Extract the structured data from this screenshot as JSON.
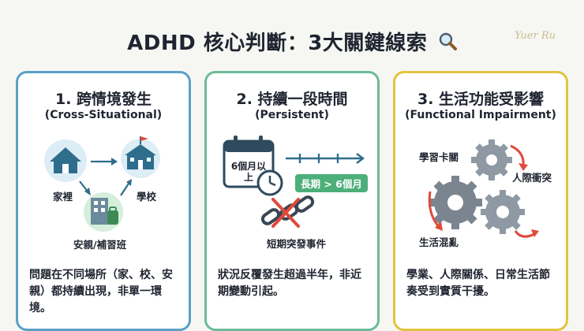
{
  "header": {
    "title": "ADHD 核心判斷：3大關鍵線索",
    "signature": "Yuer Ru"
  },
  "cards": [
    {
      "title": "1. 跨情境發生",
      "subtitle": "(Cross-Situational)",
      "labels": {
        "home": "家裡",
        "school": "學校",
        "cram": "安親/補習班"
      },
      "description": "問題在不同場所（家、校、安親）都持續出現，非單一環境。"
    },
    {
      "title": "2. 持續一段時間",
      "subtitle": "(Persistent)",
      "labels": {
        "calendar": "6個月以上",
        "long_term": "長期 > 6個月",
        "short_term": "短期突發事件"
      },
      "description": "狀況反覆發生超過半年，非近期變動引起。"
    },
    {
      "title": "3. 生活功能受影響",
      "subtitle": "(Functional Impairment)",
      "labels": {
        "learning": "學習卡關",
        "social": "人際衝突",
        "life": "生活混亂"
      },
      "description": "學業、人際關係、日常生活節奏受到實質干擾。"
    }
  ],
  "colors": {
    "card1_border": "#5aa0c8",
    "card2_border": "#6dbb9a",
    "card3_border": "#e2c43e",
    "accent_red": "#e04a3a",
    "accent_green": "#4caf7a"
  }
}
